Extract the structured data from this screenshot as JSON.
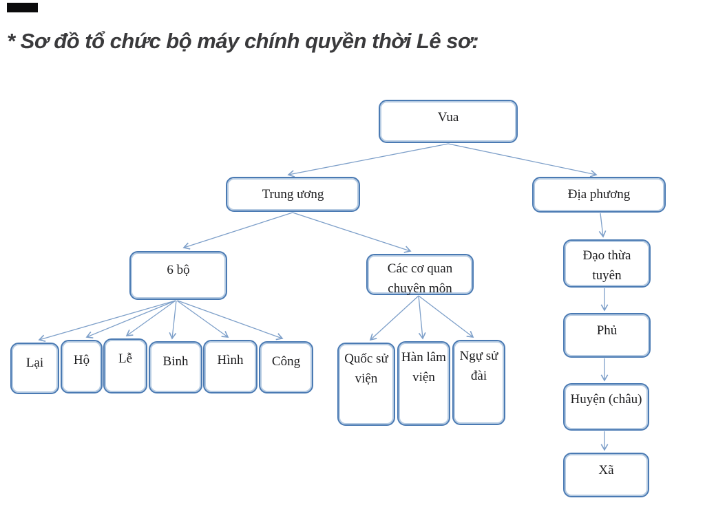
{
  "header": {
    "title": "* Sơ đồ tổ chức bộ máy chính quyền thời Lê sơ:"
  },
  "diagram": {
    "type": "org-chart",
    "nodes": {
      "vua": {
        "label": "Vua"
      },
      "trung_uong": {
        "label": "Trung ương"
      },
      "dia_phuong": {
        "label": "Địa phương"
      },
      "sau_bo": {
        "label": "6 bộ"
      },
      "co_quan": {
        "label": "Các cơ quan chuyên môn"
      },
      "lai": {
        "label": "Lại"
      },
      "ho": {
        "label": "Hộ"
      },
      "le": {
        "label": "Lễ"
      },
      "binh": {
        "label": "Binh"
      },
      "hinh": {
        "label": "Hình"
      },
      "cong": {
        "label": "Công"
      },
      "quoc_su_vien": {
        "label": "Quốc sử viện"
      },
      "han_lam_vien": {
        "label": "Hàn lâm viện"
      },
      "ngu_su_dai": {
        "label": "Ngự sử đài"
      },
      "dao_thua_tuyen": {
        "label": "Đạo thừa tuyên"
      },
      "phu": {
        "label": "Phủ"
      },
      "huyen": {
        "label": "Huyện (châu)"
      },
      "xa": {
        "label": "Xã"
      }
    },
    "edges": [
      {
        "from": "Vua",
        "to": "Trung ương"
      },
      {
        "from": "Vua",
        "to": "Địa phương"
      },
      {
        "from": "Trung ương",
        "to": "6 bộ"
      },
      {
        "from": "Trung ương",
        "to": "Các cơ quan chuyên môn"
      },
      {
        "from": "6 bộ",
        "to": "Lại"
      },
      {
        "from": "6 bộ",
        "to": "Hộ"
      },
      {
        "from": "6 bộ",
        "to": "Lễ"
      },
      {
        "from": "6 bộ",
        "to": "Binh"
      },
      {
        "from": "6 bộ",
        "to": "Hình"
      },
      {
        "from": "6 bộ",
        "to": "Công"
      },
      {
        "from": "Các cơ quan chuyên môn",
        "to": "Quốc sử viện"
      },
      {
        "from": "Các cơ quan chuyên môn",
        "to": "Hàn lâm viện"
      },
      {
        "from": "Các cơ quan chuyên môn",
        "to": "Ngự sử đài"
      },
      {
        "from": "Địa phương",
        "to": "Đạo thừa tuyên"
      },
      {
        "from": "Đạo thừa tuyên",
        "to": "Phủ"
      },
      {
        "from": "Phủ",
        "to": "Huyện (châu)"
      },
      {
        "from": "Huyện (châu)",
        "to": "Xã"
      }
    ],
    "colors": {
      "box_border": "#4a7ab3",
      "box_border_inner": "#b6cbe2",
      "connector": "#7d9fc9",
      "node_text": "#1c1c1e",
      "title_text": "#3a3a3c",
      "background": "#ffffff"
    }
  }
}
